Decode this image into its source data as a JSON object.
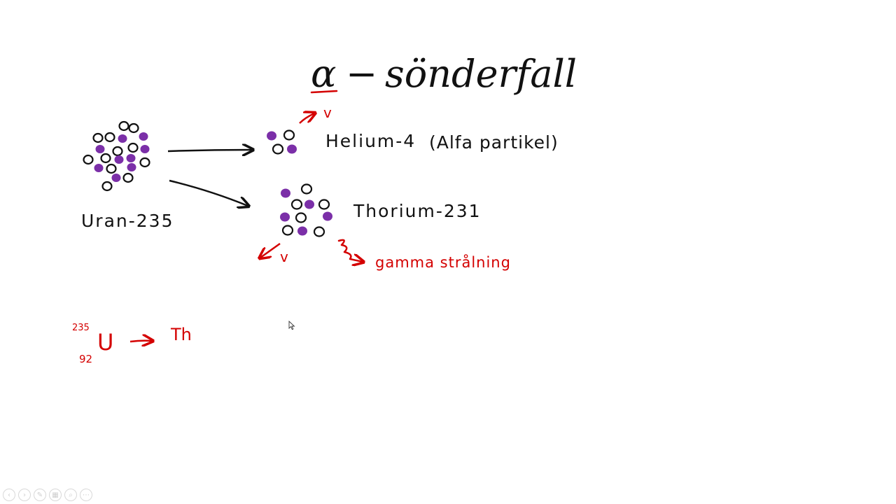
{
  "title": {
    "alpha": "α",
    "dash": "−",
    "word": "sönderfall"
  },
  "labels": {
    "uran": "Uran-235",
    "helium": "Helium-4",
    "alfa_particle": "(Alfa partikel)",
    "thorium": "Thorium-231",
    "velocity_helium": "v",
    "velocity_thorium": "v",
    "gamma": "gamma strålning"
  },
  "equation": {
    "mass_number": "235",
    "atomic_number": "92",
    "symbol_parent": "U",
    "symbol_daughter": "Th"
  },
  "colors": {
    "proton": "#7b2fa8",
    "ink": "#111111",
    "red_ink": "#d40000"
  },
  "toolbar": {
    "prev_icon": "arrow-left-icon",
    "next_icon": "arrow-right-icon",
    "pen_icon": "pen-icon",
    "slides_icon": "slides-icon",
    "zoom_icon": "magnifier-icon",
    "more_icon": "more-icon"
  }
}
